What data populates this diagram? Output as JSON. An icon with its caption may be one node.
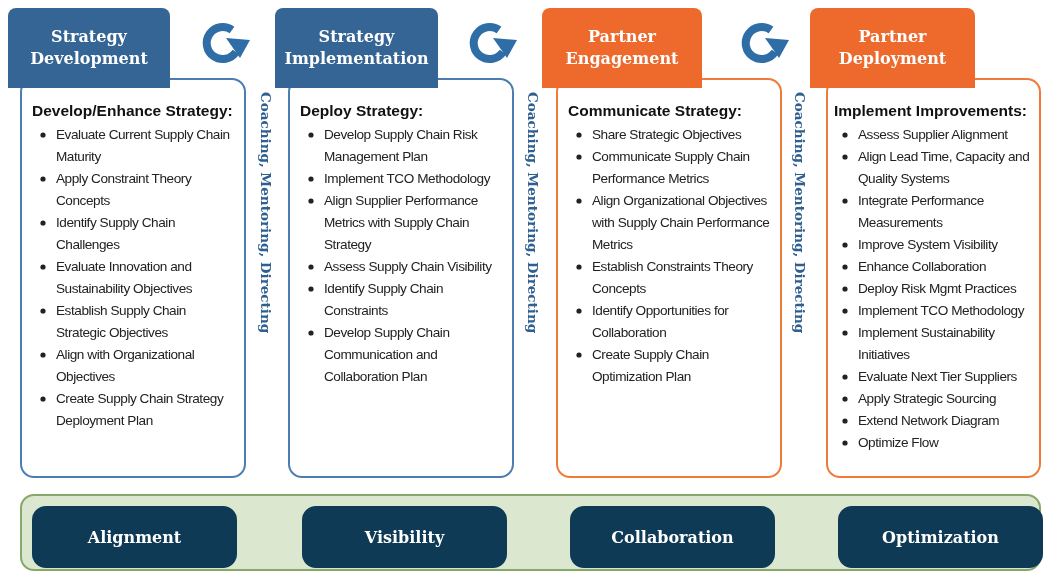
{
  "diagram": {
    "nodes": [
      {
        "text": [
          "Strategy Development"
        ]
      },
      {
        "text": [
          "Develop/Enhance Strategy:",
          "Evaluate Current Supply Chain Maturity",
          "Apply Constraint Theory Concepts",
          "Identify Supply Chain Challenges",
          "Evaluate Innovation and Sustainability Objectives",
          "Establish Supply Chain Strategic Objectives",
          "Align with Organizational Objectives",
          "Create Supply Chain Strategy Deployment Plan"
        ]
      },
      {
        "text": [
          "Strategy Implementation"
        ]
      },
      {
        "text": [
          "Deploy Strategy:",
          "Develop Supply Chain Risk Management Plan",
          "Implement TCO Methodology",
          "Align Supplier Performance Metrics with Supply Chain Strategy",
          "Assess Supply Chain Visibility",
          "Identify Supply Chain Constraints",
          "Develop Supply Chain Communication and Collaboration Plan"
        ]
      },
      {
        "text": [
          "Partner Engagement"
        ]
      },
      {
        "text": [
          "Communicate Strategy:",
          "Share Strategic Objectives",
          "Communicate Supply Chain Performance Metrics",
          "Align Organizational Objectives with Supply Chain Performance Metrics",
          "Establish Constraints Theory Concepts",
          "Identify Opportunities for Collaboration",
          "Create Supply Chain Optimization Plan"
        ]
      },
      {
        "text": [
          "Partner Deployment"
        ]
      },
      {
        "text": [
          "Implement Improvements:",
          "Assess Supplier Alignment",
          "Align Lead Time, Capacity and Quality Systems",
          "Integrate Performance Measurements",
          "Improve System Visibility",
          "Enhance Collaboration",
          "Deploy Risk Mgmt Practices",
          "Implement TCO Methodology",
          "Implement Sustainability Initiatives",
          "Evaluate Next Tier Suppliers",
          "Apply Strategic Sourcing",
          "Extend Network Diagram",
          "Optimize Flow"
        ]
      },
      {
        "text": [],
        "shape": "box"
      },
      {
        "text": [
          "Alignment"
        ],
        "in": 8
      },
      {
        "text": [
          "Visibility"
        ],
        "in": 8
      },
      {
        "text": [
          "Collaboration"
        ],
        "in": 8
      },
      {
        "text": [
          "Optimization"
        ],
        "in": 8
      }
    ],
    "labels": [
      "Coaching, Mentoring, Directing",
      "Coaching, Mentoring, Directing",
      "Coaching, Mentoring, Directing"
    ]
  }
}
